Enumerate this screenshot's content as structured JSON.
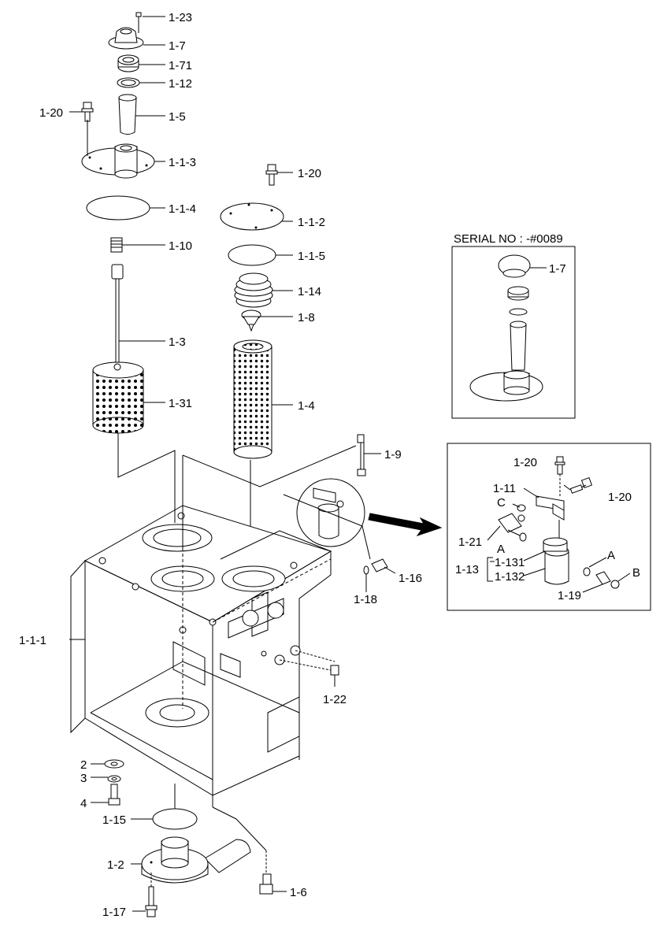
{
  "serial_note": "SERIAL NO : -#0089",
  "labels": {
    "p1_23": "1-23",
    "p1_7": "1-7",
    "p1_71": "1-71",
    "p1_12": "1-12",
    "p1_5": "1-5",
    "p1_20_left": "1-20",
    "p1_1_3": "1-1-3",
    "p1_1_4": "1-1-4",
    "p1_10": "1-10",
    "p1_3": "1-3",
    "p1_31": "1-31",
    "p1_20_mid": "1-20",
    "p1_1_2": "1-1-2",
    "p1_1_5": "1-1-5",
    "p1_14": "1-14",
    "p1_8": "1-8",
    "p1_4": "1-4",
    "p1_9": "1-9",
    "p1_16": "1-16",
    "p1_18": "1-18",
    "p1_1_1": "1-1-1",
    "p1_22": "1-22",
    "p2": "2",
    "p3": "3",
    "p4": "4",
    "p1_15": "1-15",
    "p1_2": "1-2",
    "p1_17": "1-17",
    "p1_6": "1-6",
    "inset_1_7": "1-7",
    "d_1_20_a": "1-20",
    "d_1_20_b": "1-20",
    "d_1_11": "1-11",
    "d_C": "C",
    "d_1_21": "1-21",
    "d_A1": "A",
    "d_A2": "A",
    "d_B": "B",
    "d_1_13": "1-13",
    "d_1_131": "1-131",
    "d_1_132": "1-132",
    "d_1_19": "1-19"
  }
}
